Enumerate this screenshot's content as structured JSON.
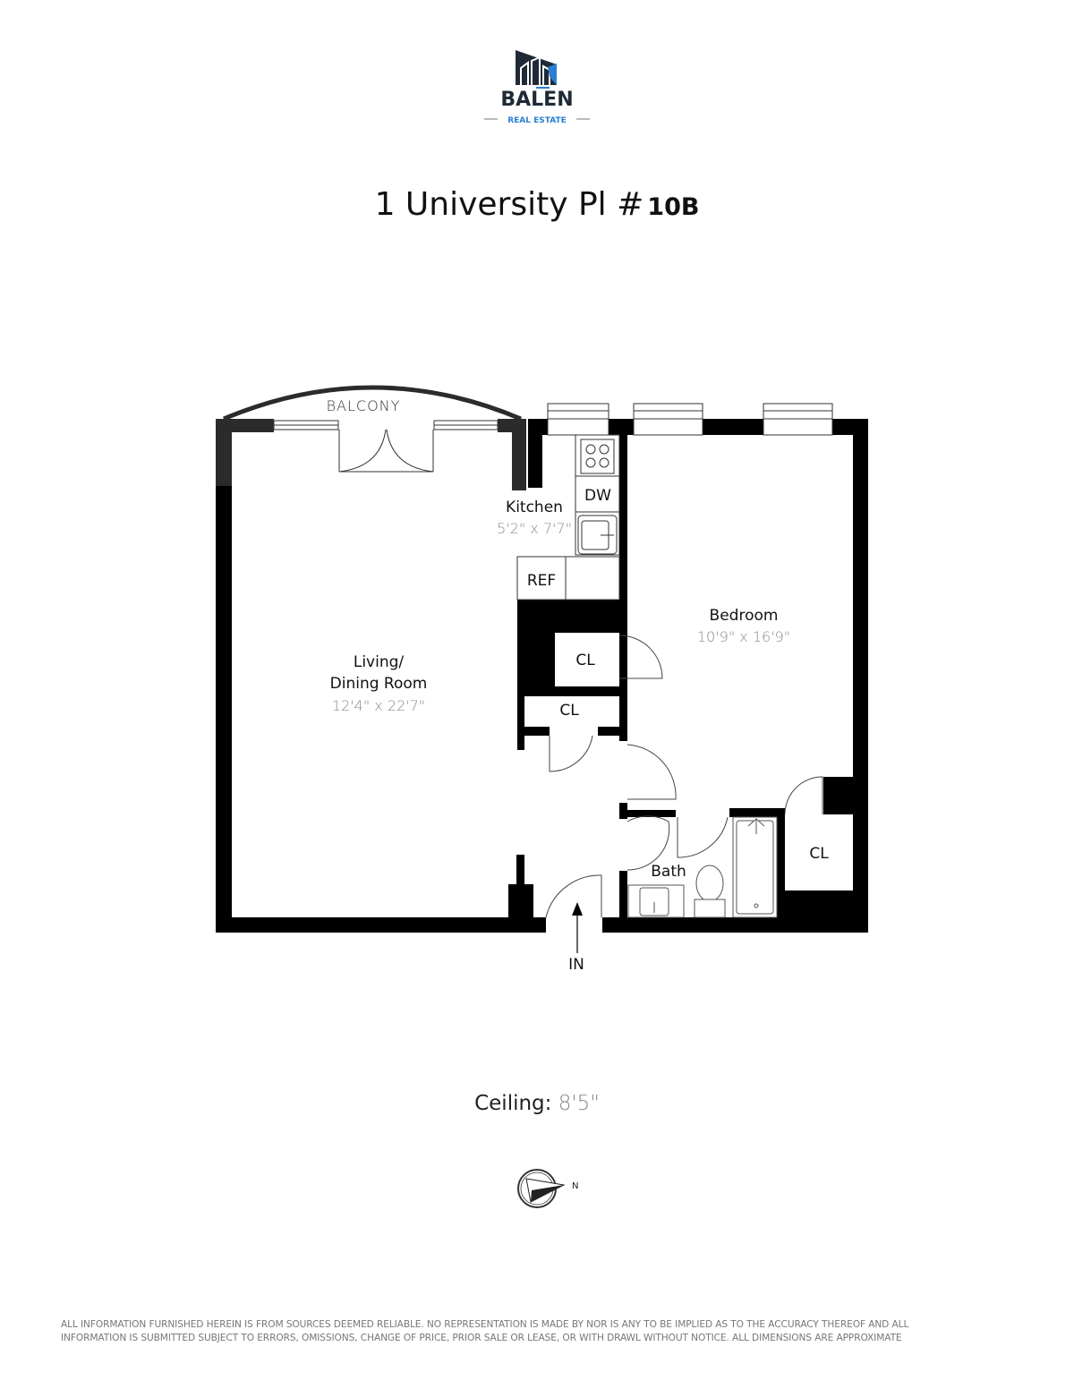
{
  "logo": {
    "brand": "BALEN",
    "tagline": "REAL ESTATE",
    "colors": {
      "dark": "#1f2a36",
      "accent": "#2a7fd4"
    }
  },
  "header": {
    "address": "1 University Pl #",
    "unit": "10B"
  },
  "floorplan": {
    "balcony": "BALCONY",
    "rooms": {
      "kitchen": {
        "name": "Kitchen",
        "dims": "5'2\" x 7'7\""
      },
      "living": {
        "name_line1": "Living/",
        "name_line2": "Dining Room",
        "dims": "12'4\" x 22'7\""
      },
      "bedroom": {
        "name": "Bedroom",
        "dims": "10'9\" x 16'9\""
      },
      "bath": {
        "name": "Bath"
      }
    },
    "fixtures": {
      "dishwasher": "DW",
      "refrigerator": "REF"
    },
    "closets": [
      "CL",
      "CL",
      "CL"
    ],
    "entry": "IN"
  },
  "ceiling": {
    "label": "Ceiling:",
    "value": "8'5\""
  },
  "compass": {
    "north": "N"
  },
  "disclaimer": {
    "line1": "ALL INFORMATION FURNISHED HEREIN IS FROM SOURCES DEEMED RELIABLE. NO REPRESENTATION IS MADE BY NOR IS ANY TO BE IMPLIED AS TO THE  ACCURACY THEREOF AND ALL",
    "line2": "INFORMATION IS SUBMITTED SUBJECT TO ERRORS, OMISSIONS, CHANGE OF PRICE, PRIOR SALE OR LEASE, OR WITH DRAWL WITHOUT NOTICE. ALL DIMENSIONS ARE APPROXIMATE"
  }
}
